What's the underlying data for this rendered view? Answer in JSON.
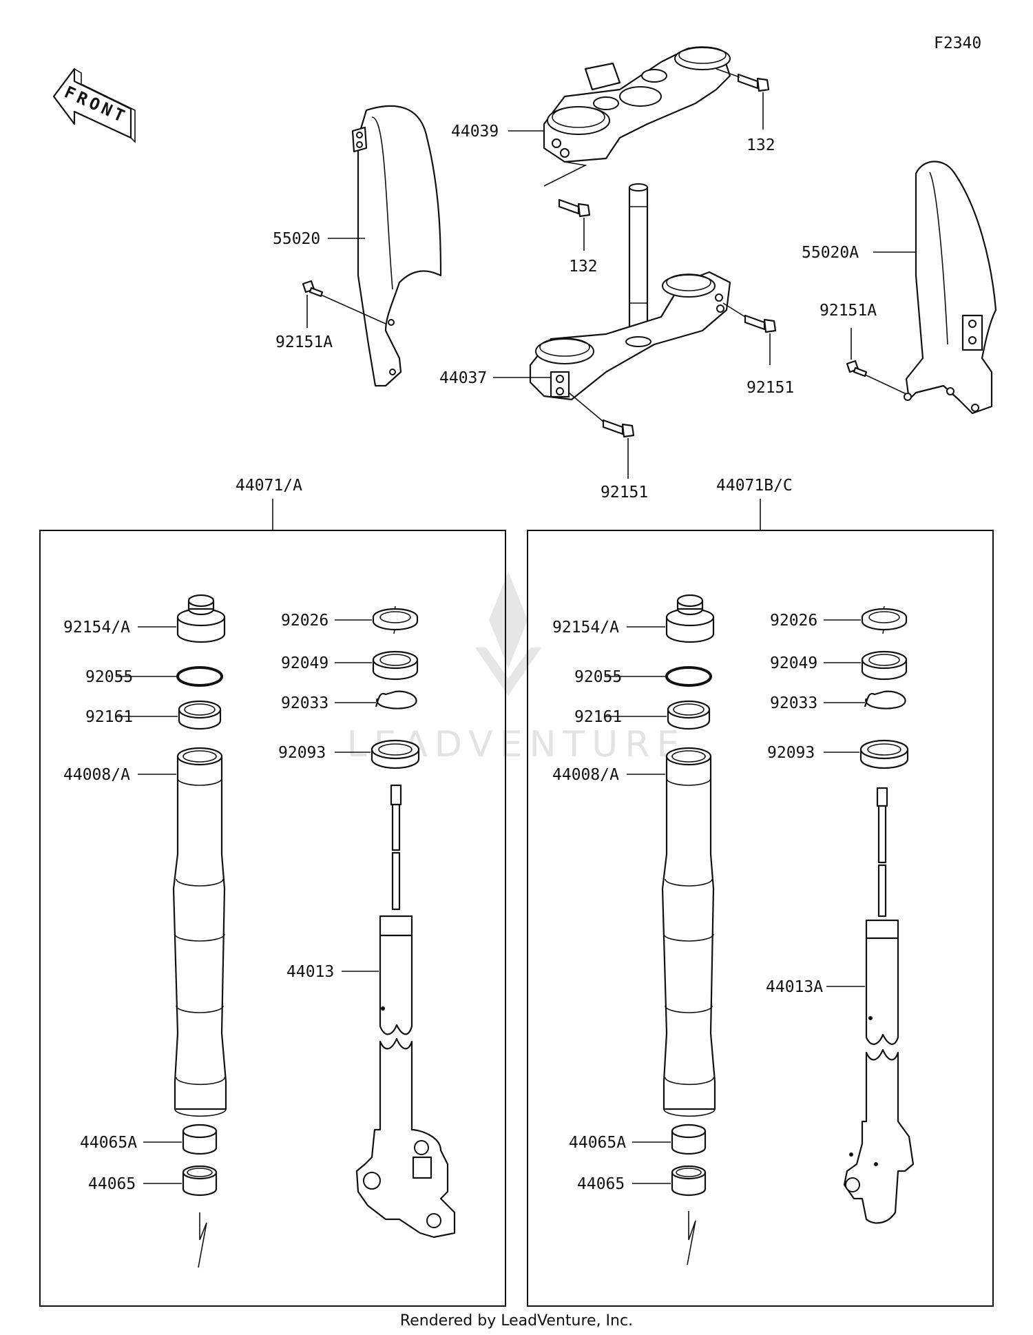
{
  "diagram_code": "F2340",
  "front_label": "FRONT",
  "footer": "Rendered by LeadVenture, Inc.",
  "watermark": "LEADVENTURE",
  "top_parts": {
    "p_44039": "44039",
    "p_132_top": "132",
    "p_132_mid": "132",
    "p_55020": "55020",
    "p_92151A_left": "92151A",
    "p_44037": "44037",
    "p_92151_right": "92151",
    "p_92151_bottom": "92151",
    "p_55020A": "55020A",
    "p_92151A_right": "92151A"
  },
  "left_group": {
    "title": "44071/A",
    "parts": {
      "p_92154": "92154/A",
      "p_92055": "92055",
      "p_92161": "92161",
      "p_44008": "44008/A",
      "p_44065A": "44065A",
      "p_44065": "44065",
      "p_92026": "92026",
      "p_92049": "92049",
      "p_92033": "92033",
      "p_92093": "92093",
      "p_44013": "44013"
    }
  },
  "right_group": {
    "title": "44071B/C",
    "parts": {
      "p_92154": "92154/A",
      "p_92055": "92055",
      "p_92161": "92161",
      "p_44008": "44008/A",
      "p_44065A": "44065A",
      "p_44065": "44065",
      "p_92026": "92026",
      "p_92049": "92049",
      "p_92033": "92033",
      "p_92093": "92093",
      "p_44013": "44013A"
    }
  }
}
